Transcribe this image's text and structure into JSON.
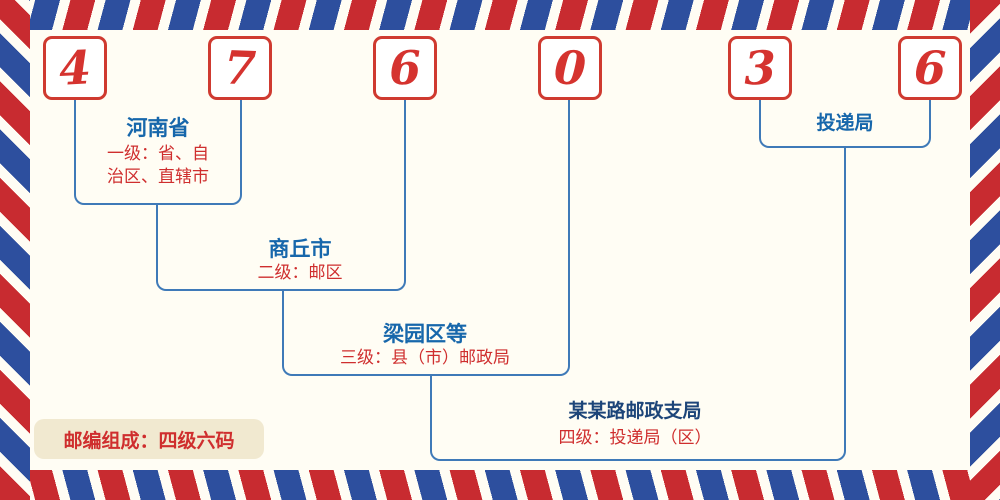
{
  "postal_code": {
    "digits": [
      "4",
      "7",
      "6",
      "0",
      "3",
      "6"
    ]
  },
  "labels": {
    "level1_name": "河南省",
    "level1_desc_line1": "一级：省、自",
    "level1_desc_line2": "治区、直辖市",
    "level2_name": "商丘市",
    "level2_desc": "二级：邮区",
    "level3_name": "梁园区等",
    "level3_desc": "三级：县（市）邮政局",
    "level4_name": "某某路邮政支局",
    "level4_desc": "四级：投递局（区）",
    "delivery_office": "投递局",
    "footer_badge": "邮编组成：四级六码"
  },
  "colors": {
    "red": "#cf2e2e",
    "blue-line": "#3f7ab8",
    "blue-text": "#1767ab",
    "navy-text": "#1d4579",
    "bg": "#fffdf4",
    "stripe-red": "#c82b30",
    "stripe-blue": "#2d4f9e",
    "badge-bg": "#f1e9d0",
    "digit-red": "#d5332f",
    "box-border": "#cf3a30"
  }
}
